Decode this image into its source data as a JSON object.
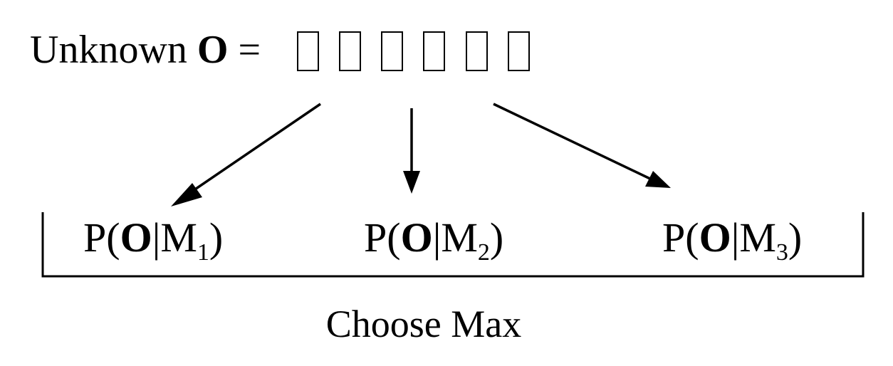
{
  "header": {
    "unknown_text": "Unknown",
    "unknown_bold": "O",
    "equals": "="
  },
  "observation_boxes": 6,
  "models": [
    {
      "prefix": "P(",
      "bold": "O",
      "bar": "|M",
      "sub": "1",
      "suffix": ")"
    },
    {
      "prefix": "P(",
      "bold": "O",
      "bar": "|M",
      "sub": "2",
      "suffix": ")"
    },
    {
      "prefix": "P(",
      "bold": "O",
      "bar": "|M",
      "sub": "3",
      "suffix": ")"
    }
  ],
  "footer": {
    "label": "Choose Max"
  }
}
